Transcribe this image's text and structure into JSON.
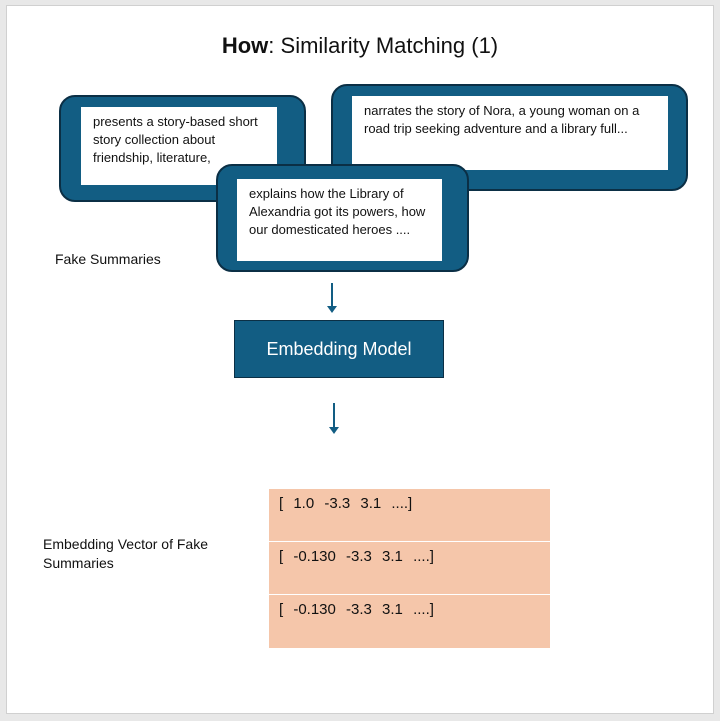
{
  "title": {
    "bold": "How",
    "rest": ": Similarity Matching (1)"
  },
  "cards": [
    {
      "text": "presents a story-based short story collection about friendship, literature,"
    },
    {
      "text": "explains how the Library of Alexandria got its powers, how our domesticated heroes ...."
    },
    {
      "text": "narrates the story of Nora, a young woman on a road trip seeking adventure and a library full..."
    }
  ],
  "labels": {
    "fake_summaries": "Fake Summaries",
    "embedding_vector": "Embedding Vector of Fake Summaries"
  },
  "model": {
    "label": "Embedding Model"
  },
  "vectors": [
    "[ 1.0   -3.3   3.1 ....]",
    "[ -0.130   -3.3   3.1 ....]",
    "[ -0.130   -3.3   3.1 ....]"
  ],
  "colors": {
    "card_fill": "#125d83",
    "card_border": "#0b2f45",
    "vector_fill": "#f5c6aa"
  }
}
